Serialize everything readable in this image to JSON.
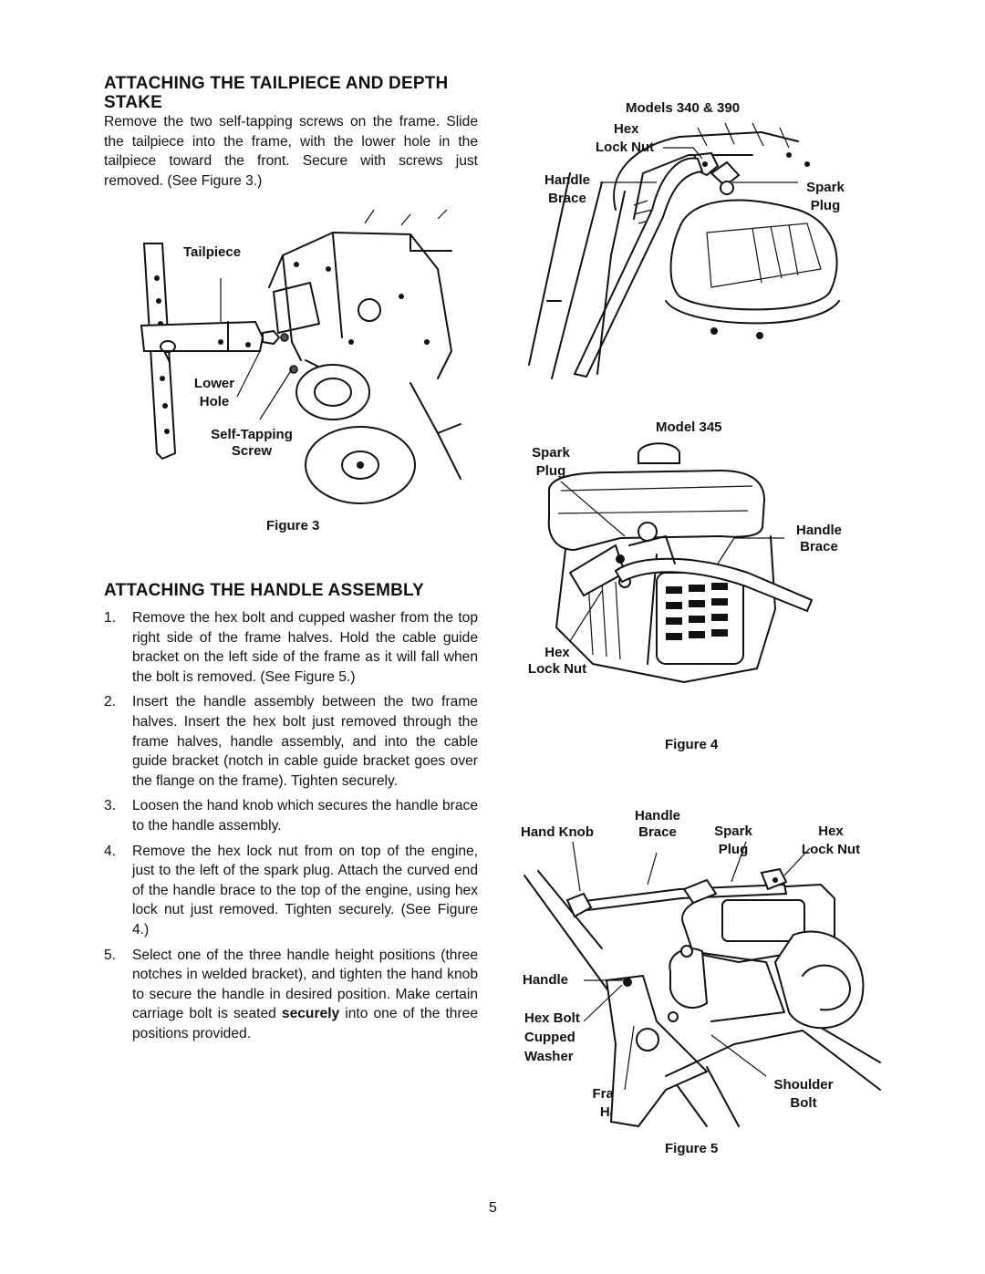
{
  "section1": {
    "heading": "ATTACHING THE TAILPIECE AND DEPTH STAKE",
    "body": "Remove the two self-tapping screws on the frame. Slide the tailpiece into the frame, with the lower hole in the tailpiece toward the front. Secure with screws just removed. (See Figure 3.)"
  },
  "figure3": {
    "caption": "Figure 3",
    "labels": {
      "tailpiece": "Tailpiece",
      "lower_hole_1": "Lower",
      "lower_hole_2": "Hole",
      "screw_1": "Self-Tapping",
      "screw_2": "Screw"
    }
  },
  "section2": {
    "heading": "ATTACHING THE HANDLE ASSEMBLY",
    "steps": [
      {
        "num": "1.",
        "text": "Remove the hex bolt and cupped washer from the top right side of the frame halves. Hold the cable guide bracket on the left side of the frame as it will fall when the bolt is removed. (See Figure 5.)"
      },
      {
        "num": "2.",
        "text": "Insert the handle assembly between the two frame halves. Insert the hex bolt just removed through the frame halves, handle assembly, and into the cable guide bracket (notch in cable guide bracket goes over the flange on the frame). Tighten securely."
      },
      {
        "num": "3.",
        "text": "Loosen the hand knob which secures the handle brace to the handle assembly."
      },
      {
        "num": "4.",
        "text": "Remove the hex lock nut from on top of the engine, just to the left of the spark plug. Attach the curved end of the handle brace to the top of the engine, using hex lock nut just removed. Tighten securely. (See Figure 4.)"
      },
      {
        "num": "5.",
        "text_before": "Select one of the three handle height positions (three notches in welded bracket), and tighten the hand knob to secure the handle in desired position. Make certain carriage bolt is seated ",
        "bold": "securely",
        "text_after": " into one of the three positions provided."
      }
    ]
  },
  "figure4": {
    "caption": "Figure 4",
    "top": {
      "models": "Models 340 & 390",
      "hex": "Hex",
      "lock_nut": "Lock Nut",
      "handle": "Handle",
      "brace": "Brace",
      "spark": "Spark",
      "plug": "Plug"
    },
    "bottom": {
      "model": "Model 345",
      "spark": "Spark",
      "plug": "Plug",
      "handle": "Handle",
      "brace": "Brace",
      "hex": "Hex",
      "lock_nut": "Lock Nut"
    }
  },
  "figure5": {
    "caption": "Figure 5",
    "labels": {
      "hand_knob": "Hand Knob",
      "handle_brace_1": "Handle",
      "handle_brace_2": "Brace",
      "spark": "Spark",
      "plug": "Plug",
      "hex": "Hex",
      "lock_nut": "Lock Nut",
      "handle": "Handle",
      "hex_bolt": "Hex Bolt",
      "cupped": "Cupped",
      "washer": "Washer",
      "frame": "Frame",
      "half": "Half",
      "shoulder": "Shoulder",
      "bolt": "Bolt"
    }
  },
  "page_number": "5"
}
